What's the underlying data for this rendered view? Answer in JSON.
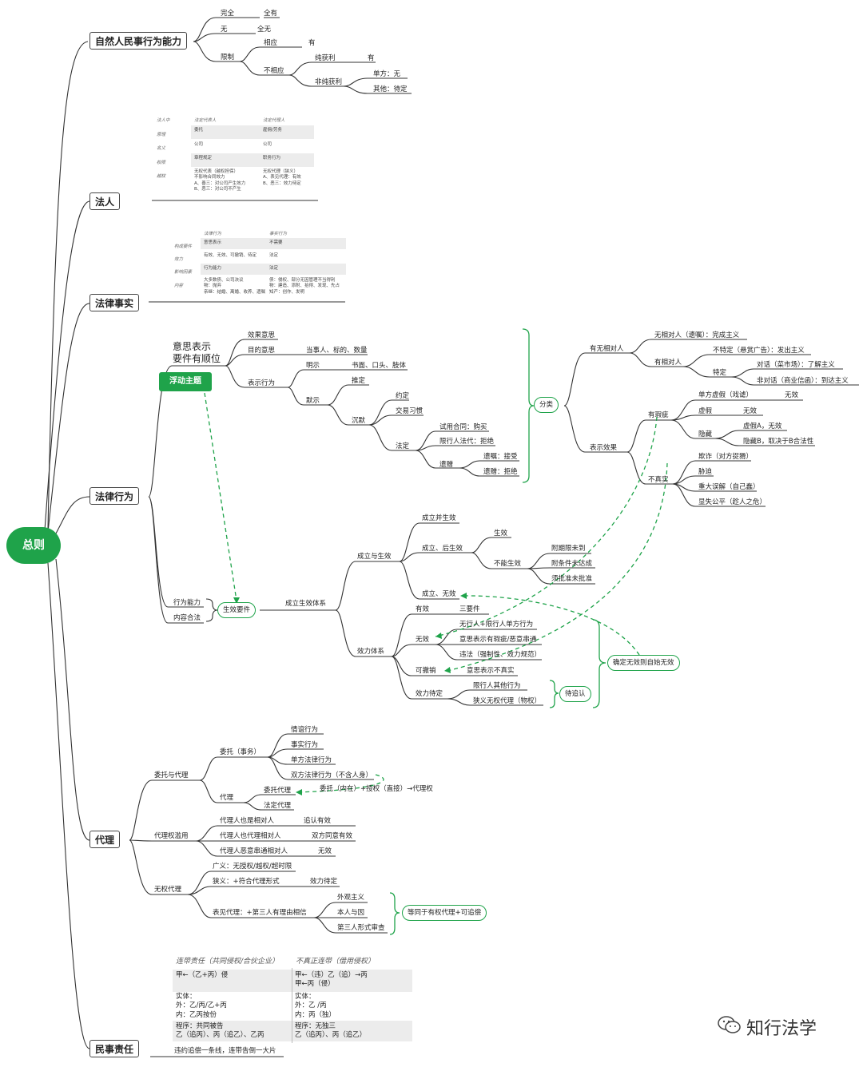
{
  "root": "总则",
  "float_topic": "浮动主题",
  "watermark": "知行法学",
  "colors": {
    "accent": "#1fa34a",
    "line": "#333333"
  },
  "natural": {
    "title": "自然人民事行为能力",
    "complete": "完全",
    "all": "全有",
    "none": "无",
    "allnone": "全无",
    "limited": "限制",
    "corresponding": "相应",
    "has1": "有",
    "noncorr": "不相应",
    "pure": "纯获利",
    "has2": "有",
    "nonpure": "非纯获利",
    "single": "单方：无",
    "other": "其他：待定"
  },
  "faren": {
    "title": "法人",
    "h0": "法人中",
    "h1": "法定代表人",
    "h2": "法定代理人",
    "r1": "原理",
    "r2": "名义",
    "r3": "权限",
    "r4": "越权",
    "c11": "委托",
    "c12": "雇佣/劳务",
    "c21": "公司",
    "c22": "公司",
    "c31": "章程规定",
    "c32": "职务行为",
    "c41": "无权代表（越权担保）\n不影响合同效力\nA、善三：对公司产生效力\nB、恶三：对公司不产生",
    "c42": "无权代理（狭义）\nA、表见代理：有效\nB、恶三：效力待定"
  },
  "fact": {
    "title": "法律事实",
    "h1": "法律行为",
    "h2": "事实行为",
    "r1": "构成要件",
    "r2": "效力",
    "r3": "影响因素",
    "r4": "内容",
    "c11": "意思表示",
    "c12": "不需要",
    "c21": "有效、无效、可撤销、待定",
    "c22": "法定",
    "c31": "行为能力",
    "c32": "法定",
    "c41": "大多数债、公司决议\n物：抛弃\n亲继：结婚、离婚、收养、遗嘱",
    "c42": "债：侵权、部分无因管理不当得利\n物：建造、添附、拾得、发现、先占\n知产：创作、发明"
  },
  "act": {
    "title": "法律行为",
    "intent_title": "意思表示",
    "order_title": "要件有顺位",
    "effect_intent": "效果意思",
    "purpose_intent": "目的意思",
    "parties": "当事人、标的、数量",
    "express_act": "表示行为",
    "explicit": "明示",
    "written": "书面、口头、肢体",
    "implicit": "默示",
    "presume": "推定",
    "silent": "沉默",
    "agreed": "约定",
    "custom": "交易习惯",
    "statutory": "法定",
    "trial": "试用合同：购买",
    "ltd_rep": "限行人法代：拒绝",
    "will": "遗赠",
    "legacy": "遗嘱：接受",
    "bequest": "遗赠：拒绝",
    "classify": "分类",
    "has_cp": "有无相对人",
    "no_cp": "无相对人（遗嘱）：完成主义",
    "has_cp2": "有相对人",
    "unspecific": "不特定（悬赏广告）：发出主义",
    "specific": "特定",
    "dialog": "对话（菜市场）：了解主义",
    "nondialog": "非对话（商业信函）：到达主义",
    "expr_effect": "表示效果",
    "flaw": "有瑕疵",
    "fake_single": "单方虚假（戏谑）",
    "invalid1": "无效",
    "false_i": "虚假",
    "invalid2": "无效",
    "hidden": "隐藏",
    "fakeA": "虚假A，无效",
    "hiddenB": "隐藏B，取决于B合法性",
    "untrue": "不真实",
    "fraud": "欺诈（对方捉猾）",
    "coerce": "胁迫",
    "misunder": "重大误解（自己蠢）",
    "unfair": "显失公平（趁人之危）",
    "capacity": "行为能力",
    "content_legal": "内容合法",
    "effect_req": "生效要件",
    "estab_sys": "成立生效体系",
    "estab_eff": "成立与生效",
    "estab_and": "成立并生效",
    "estab_then": "成立、后生效",
    "eff": "生效",
    "not_eff": "不能生效",
    "term": "附期限未到",
    "cond": "附条件未达成",
    "approval": "须批准未批准",
    "estab_void": "成立、无效",
    "validity": "效力体系",
    "valid": "有效",
    "three": "三要件",
    "void": "无效",
    "nocap": "无行人+限行人单方行为",
    "flaw_malice": "意思表示有瑕疵/恶意串通",
    "illegal": "违法（强制性、效力规范）",
    "revocable": "可撤销",
    "untrue_intent": "意思表示不真实",
    "pending": "效力待定",
    "ltd_other": "限行人其他行为",
    "narrow_unauth": "狭义无权代理（物权）",
    "confirm_void": "确定无效则自始无效",
    "await": "待追认"
  },
  "agency": {
    "title": "代理",
    "entrust_agency": "委托与代理",
    "entrust": "委托（事务）",
    "favor": "情谊行为",
    "fact_act": "事实行为",
    "uni": "单方法律行为",
    "bi": "双方法律行为（不含人身）",
    "agency": "代理",
    "entrusted": "委托代理",
    "statutory": "法定代理",
    "chain": "委托（内在）+授权（直接）→代理权",
    "abuse": "代理权滥用",
    "abuse1": "代理人也是相对人",
    "abuse1r": "追认有效",
    "abuse2": "代理人也代理相对人",
    "abuse2r": "双方同意有效",
    "abuse3": "代理人恶意串通相对人",
    "abuse3r": "无效",
    "unauth": "无权代理",
    "broad": "广义：无授权/越权/超时限",
    "narrow": "狭义：+符合代理形式",
    "narrow_r": "效力待定",
    "apparent": "表见代理：+第三人有理由相信",
    "obj": "外观主义",
    "cause": "本人与因",
    "third": "第三人形式审查",
    "equal": "等同于有权代理+可追偿"
  },
  "civil": {
    "title": "民事责任",
    "h1": "连带责任（共同侵权/合伙企业）",
    "h2": "不真正连带（借用侵权）",
    "l1": "甲←（乙+丙）侵",
    "l2": "实体：\n外：乙/丙/乙+丙\n内：乙丙按份",
    "l3": "程序：共同被告\n乙（追丙）、丙（追乙）、乙丙",
    "r1": "甲←（违）乙（追）→丙\n甲←丙（侵）",
    "r2": "实体：\n外：乙 /丙\n内：丙（独）",
    "r3": "程序：无独三\n乙（追丙）、丙（追乙）",
    "foot": "违约追偿一条线，连带告倒一大片"
  }
}
